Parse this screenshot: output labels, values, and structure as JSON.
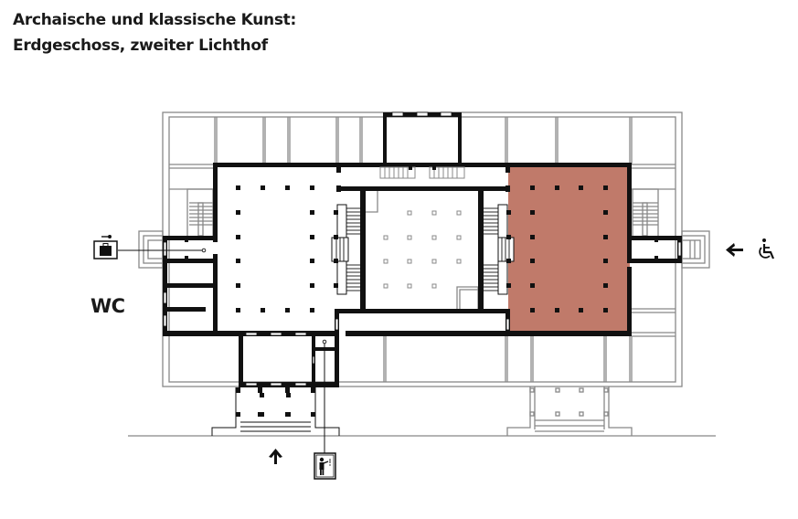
{
  "title": {
    "line1": "Archaische und klassische Kunst:",
    "line2": "Erdgeschoss, zweiter Lichthof"
  },
  "labels": {
    "wc": "WC"
  },
  "colors": {
    "highlight_room": "#c07a6a",
    "wall": "#111111",
    "outline": "#888888",
    "text": "#1a1a1a"
  },
  "floorplan": {
    "highlighted_room": "zweiter Lichthof (east hall)",
    "icons": [
      {
        "name": "cloakroom-luggage-icon",
        "position": "west entrance"
      },
      {
        "name": "wheelchair-accessible-icon",
        "position": "east entrance"
      },
      {
        "name": "arrow-left-icon",
        "position": "east entrance"
      },
      {
        "name": "arrow-up-icon",
        "position": "south main entrance"
      },
      {
        "name": "information-desk-icon",
        "position": "south entrance"
      }
    ]
  }
}
